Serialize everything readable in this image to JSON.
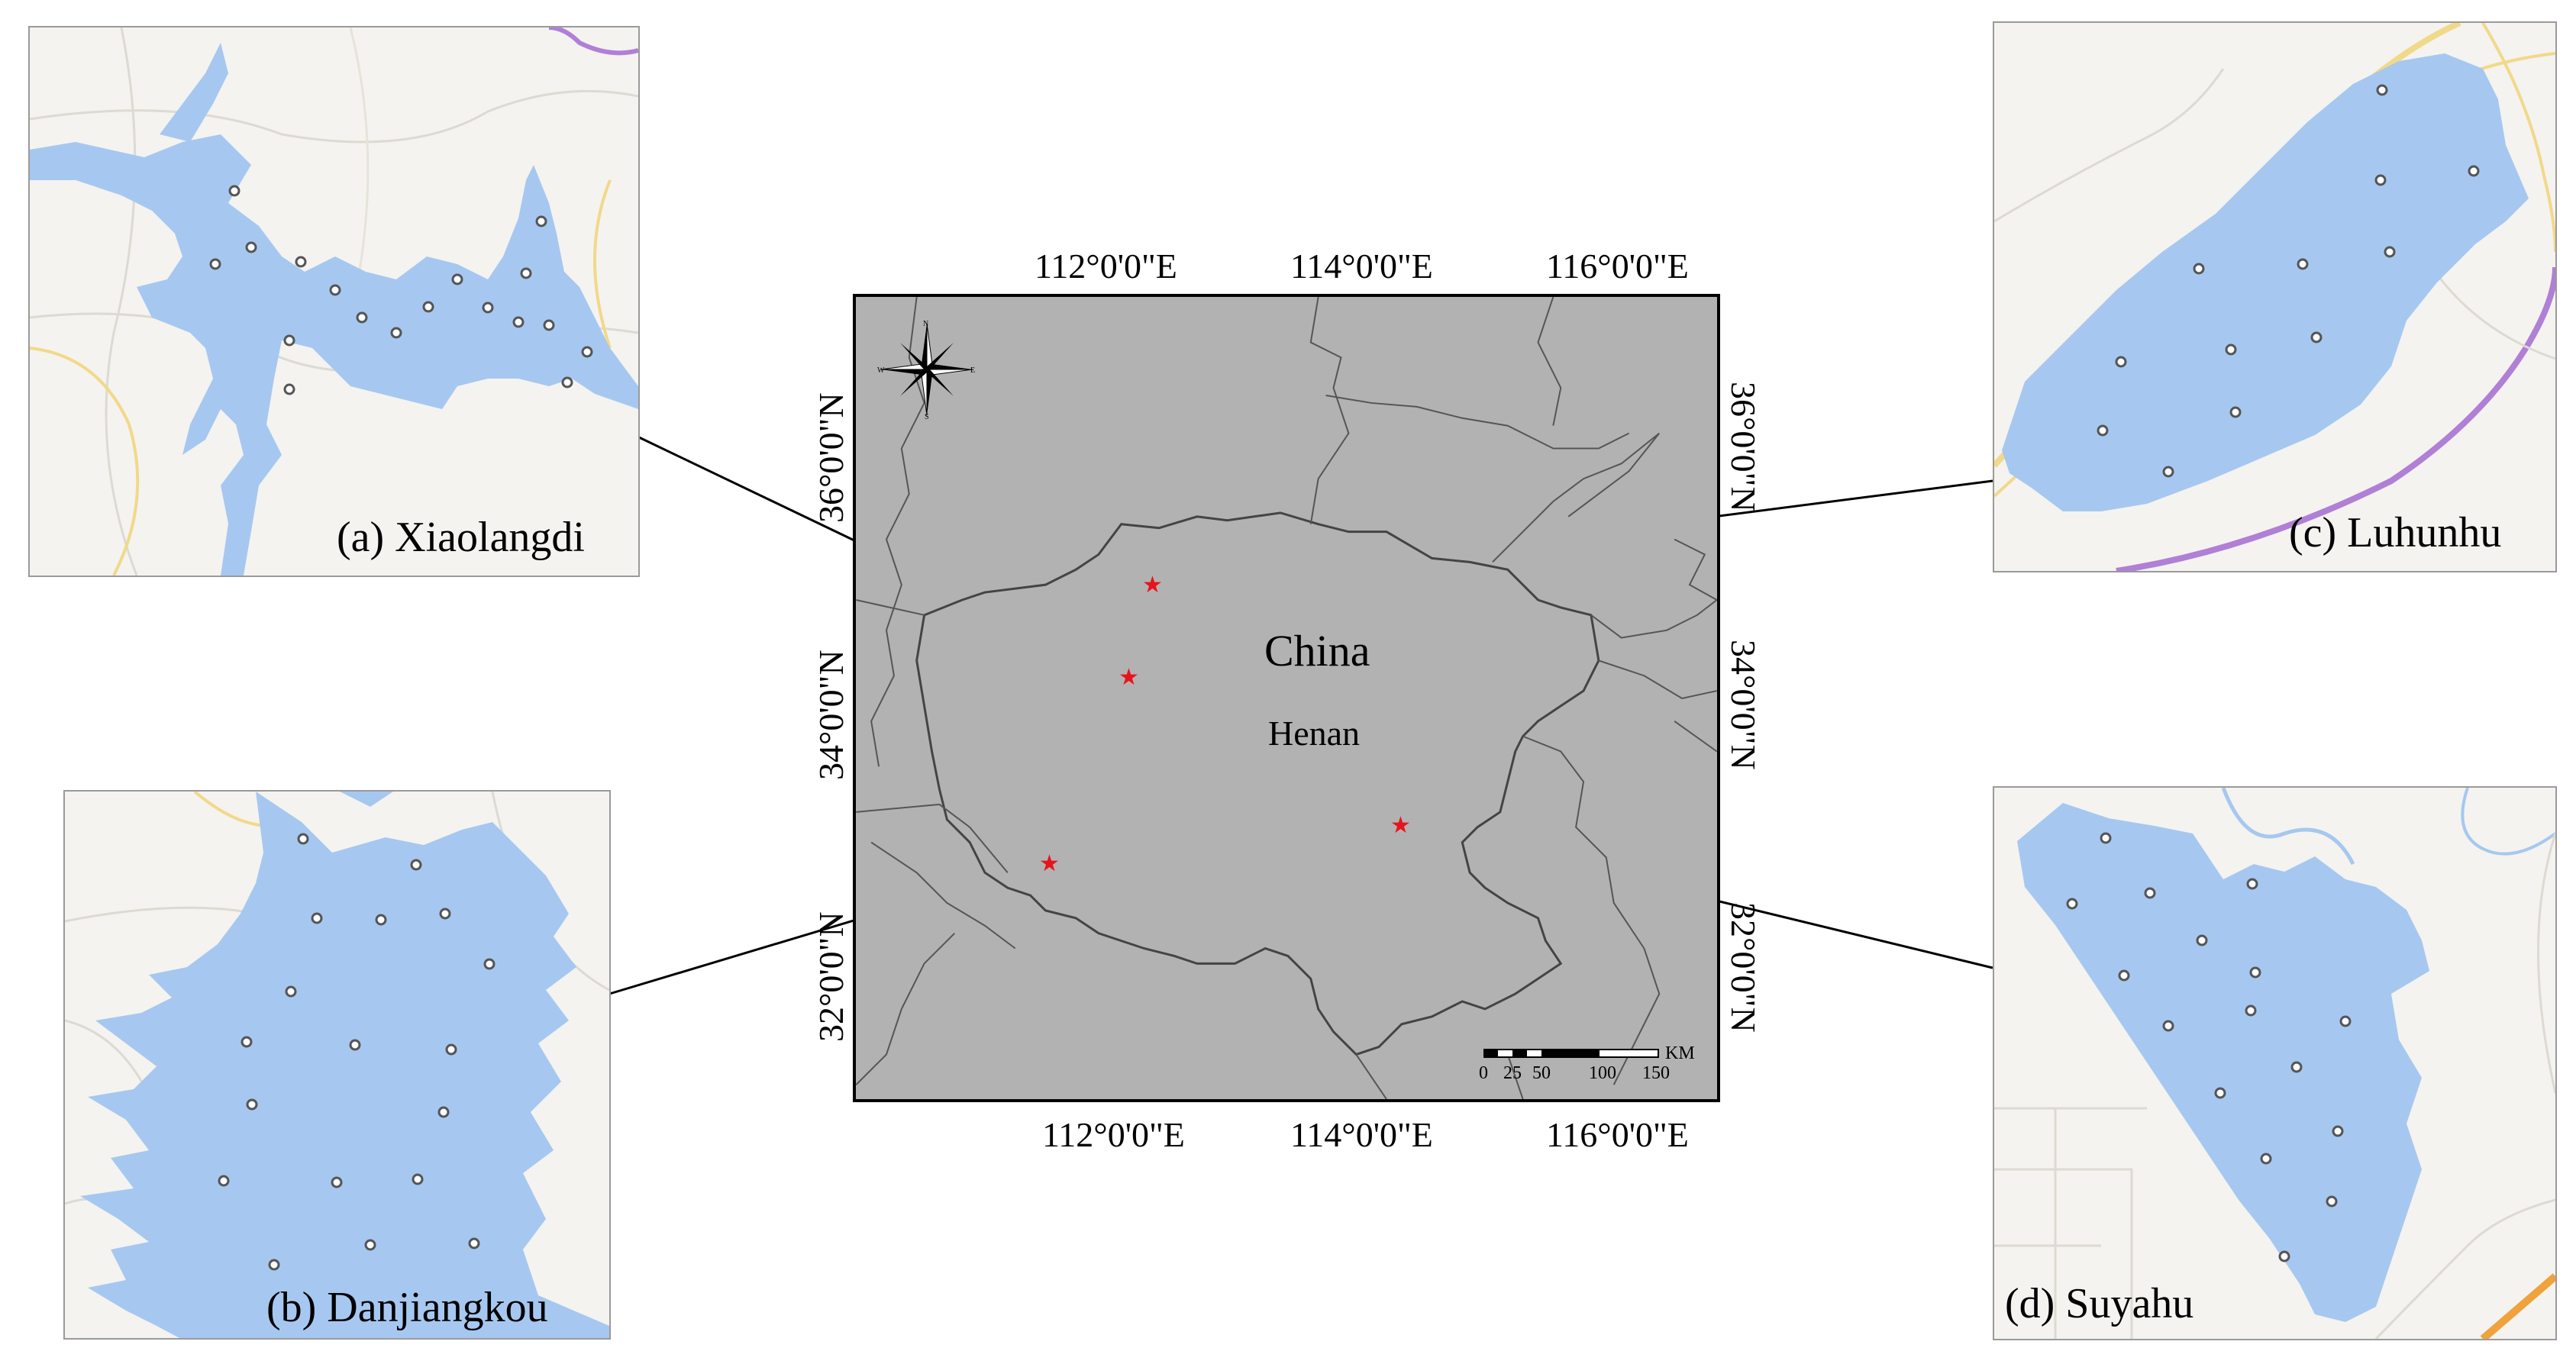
{
  "main_map": {
    "country_label": "China",
    "province_label": "Henan",
    "top_ticks": [
      "112°0'0\"E",
      "114°0'0\"E",
      "116°0'0\"E"
    ],
    "bottom_ticks": [
      "112°0'0\"E",
      "114°0'0\"E",
      "116°0'0\"E"
    ],
    "left_ticks": [
      "36°0'0\"N",
      "34°0'0\"N",
      "32°0'0\"N"
    ],
    "right_ticks": [
      "36°0'0\"N",
      "34°0'0\"N",
      "32°0'0\"N"
    ],
    "scale_unit": "KM",
    "scale_labels": [
      "0",
      "25",
      "50",
      "100",
      "150"
    ],
    "compass_letters": {
      "n": "N",
      "s": "S",
      "e": "E",
      "w": "W"
    },
    "site_marker_color": "#e8141b",
    "background_color": "#b2b2b2"
  },
  "insets": {
    "a": {
      "caption": "(a) Xiaolangdi"
    },
    "b": {
      "caption": "(b) Danjiangkou"
    },
    "c": {
      "caption": "(c) Luhunhu"
    },
    "d": {
      "caption": "(d) Suyahu"
    }
  },
  "colors": {
    "water": "#a6c8f0",
    "land": "#f4f3ef",
    "road_yellow": "#f1d98a",
    "road_purple": "#b07fd6",
    "road_orange": "#f0a23c",
    "sample_point": "#555555"
  }
}
